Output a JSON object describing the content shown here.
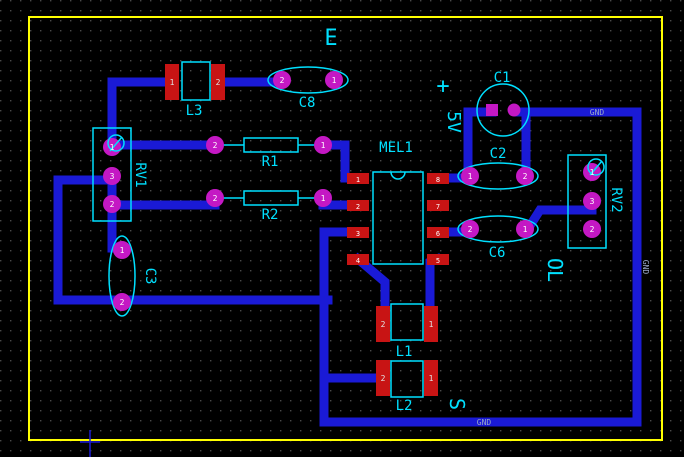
{
  "theme": {
    "background": "#000000",
    "grid_dot": "#4a4a4a",
    "board_outline": "#ffff00",
    "trace": "#1a1ad6",
    "pad_red": "#c81414",
    "pad_magenta": "#c418c4",
    "silkscreen": "#00e0ff",
    "net_label": "#9aa8c8"
  },
  "components": {
    "C1": "C1",
    "C2": "C2",
    "C3": "C3",
    "C6": "C6",
    "C8": "C8",
    "R1": "R1",
    "R2": "R2",
    "L1": "L1",
    "L2": "L2",
    "L3": "L3",
    "RV1": "RV1",
    "RV2": "RV2",
    "IC": "MEL1"
  },
  "labels": {
    "E": "E",
    "plus": "+",
    "v5": "5V",
    "S": "S",
    "OL": "OL"
  },
  "nets": {
    "gnd_top": "GND",
    "gnd_right": "GND",
    "gnd_bottom": "GND"
  },
  "pins": {
    "rv1": [
      "1",
      "3",
      "2"
    ],
    "rv2": [
      "1",
      "3",
      "2"
    ],
    "r1": [
      "2",
      "1"
    ],
    "r2": [
      "2",
      "1"
    ],
    "c8": [
      "2",
      "1"
    ],
    "c3": [
      "1",
      "2"
    ],
    "c2": [
      "1",
      "2"
    ],
    "c6": [
      "2",
      "1"
    ],
    "l3": [
      "1",
      "2"
    ],
    "l1": [
      "2",
      "1"
    ],
    "l2": [
      "2",
      "1"
    ],
    "ic_left": [
      "1",
      "2",
      "3",
      "4"
    ],
    "ic_right": [
      "8",
      "7",
      "6",
      "5"
    ]
  }
}
